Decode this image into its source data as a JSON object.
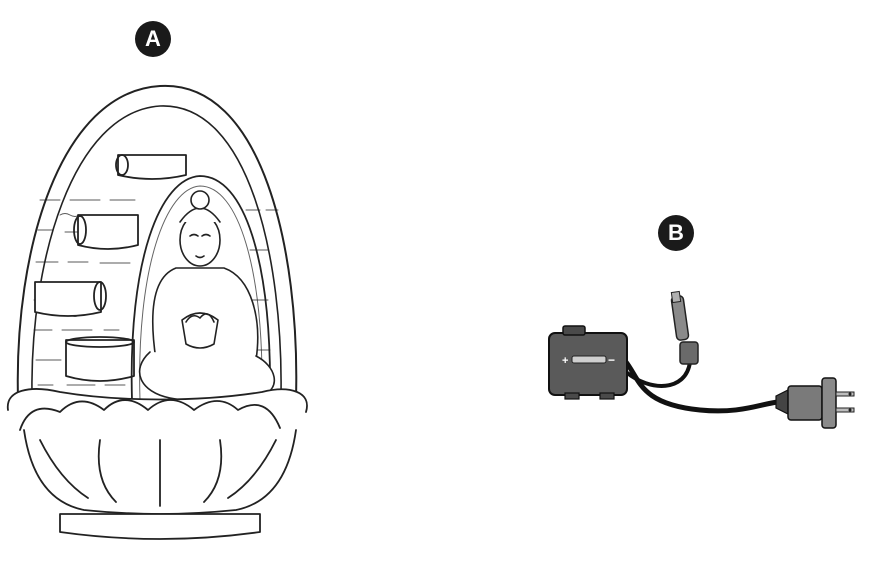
{
  "labels": {
    "a": "A",
    "b": "B"
  },
  "battery": {
    "plus": "+",
    "minus": "−"
  },
  "colors": {
    "line": "#222222",
    "badge": "#1a1a1a",
    "pump_body": "#5a5a5a",
    "plug": "#7a7a7a"
  },
  "icons": {
    "a": "buddha-fountain-illustration",
    "b": "pump-with-power-cord"
  }
}
